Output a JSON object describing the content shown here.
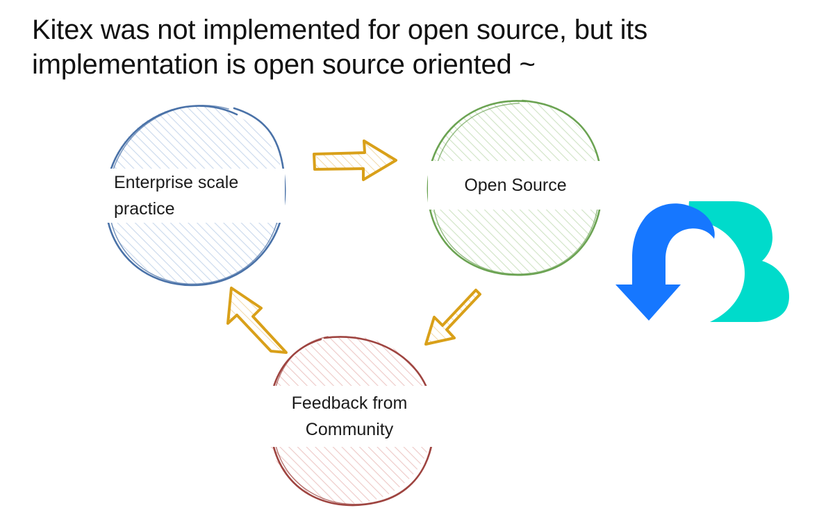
{
  "slide": {
    "title": "Kitex was not implemented for open source, but its implementation is open source oriented ~",
    "background_color": "#ffffff",
    "title_color": "#111111"
  },
  "diagram": {
    "type": "cycle",
    "nodes": [
      {
        "id": "enterprise",
        "label": "Enterprise scale practice",
        "label_line1": "Enterprise scale",
        "label_line2": "practice",
        "stroke_color": "#4a72a8",
        "hatch_color": "#c9d8ec",
        "style": "hand-drawn-circle-hatched",
        "position": "top-left"
      },
      {
        "id": "open-source",
        "label": "Open Source",
        "label_line1": "Open Source",
        "label_line2": "",
        "stroke_color": "#6ba352",
        "hatch_color": "#cfe3c4",
        "style": "hand-drawn-circle-hatched",
        "position": "top-right"
      },
      {
        "id": "feedback",
        "label": "Feedback from Community",
        "label_line1": "Feedback from",
        "label_line2": "Community",
        "stroke_color": "#9e4440",
        "hatch_color": "#edc8c6",
        "style": "hand-drawn-circle-hatched",
        "position": "bottom-center"
      }
    ],
    "arrows": [
      {
        "id": "enterprise-to-open-source",
        "from": "enterprise",
        "to": "open-source",
        "direction": "right",
        "color": "#d9a019",
        "style": "hand-drawn-block-arrow"
      },
      {
        "id": "open-source-to-feedback",
        "from": "open-source",
        "to": "feedback",
        "direction": "down-left",
        "color": "#d9a019",
        "style": "hand-drawn-block-arrow"
      },
      {
        "id": "feedback-to-enterprise",
        "from": "feedback",
        "to": "enterprise",
        "direction": "up-left",
        "color": "#d9a019",
        "style": "hand-drawn-block-arrow"
      }
    ]
  },
  "logo": {
    "name": "cloud-arrow-logo",
    "arrow_color": "#1677ff",
    "cloud_color": "#00dbcb"
  }
}
